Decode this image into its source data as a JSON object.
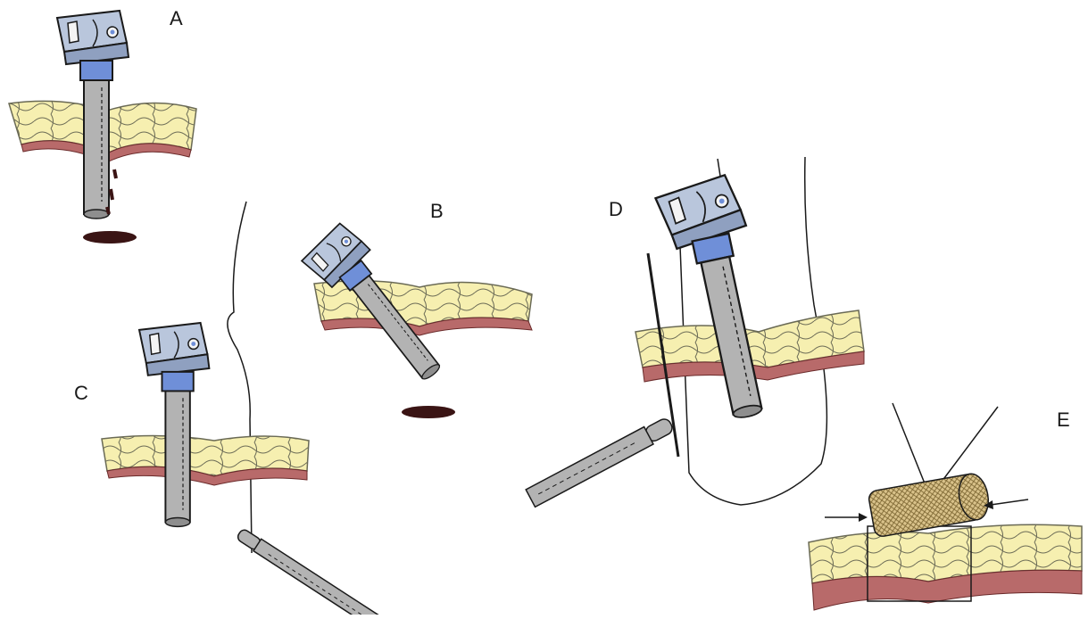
{
  "panels": [
    {
      "id": "A",
      "label": "A"
    },
    {
      "id": "B",
      "label": "B"
    },
    {
      "id": "C",
      "label": "C"
    },
    {
      "id": "D",
      "label": "D"
    },
    {
      "id": "E",
      "label": "E"
    }
  ],
  "colors": {
    "fat": "#f6efb0",
    "fat_outline": "#6a6a55",
    "muscle": "#b86a6a",
    "device_top": "#b9c6dc",
    "device_side": "#8fa0c0",
    "collar": "#6f8fd8",
    "tube": "#b3b3b3",
    "tube_dark": "#8e8e8e",
    "blood": "#3a1414",
    "bolster": "#d9c28a",
    "ink": "#1a1a1a"
  }
}
